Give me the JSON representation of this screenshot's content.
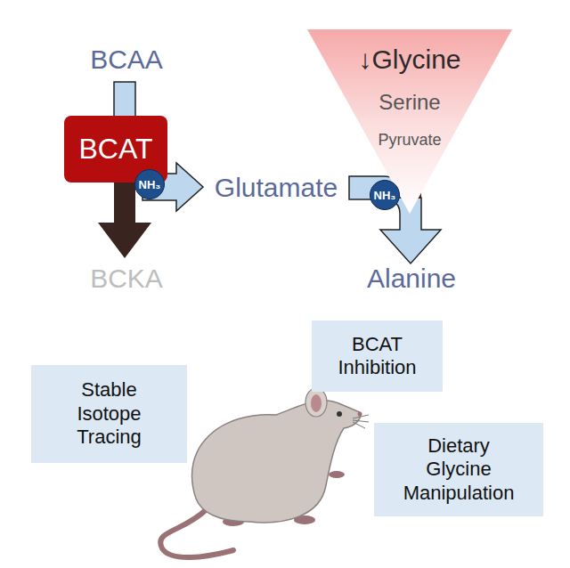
{
  "diagram": {
    "nodes": [
      {
        "text": [
          "BCAT"
        ]
      },
      {
        "text": [
          "NH₃"
        ]
      },
      {
        "text": [
          "↓Glycine",
          "Serine",
          "Pyruvate"
        ]
      },
      {
        "text": [
          "NH₃"
        ]
      },
      {
        "text": [
          "Stable Isotope Tracing"
        ]
      },
      {
        "text": [
          "BCAT Inhibition"
        ]
      },
      {
        "text": [
          "Dietary Glycine Manipulation"
        ]
      }
    ],
    "labels": [
      "BCAA",
      "Glutamate",
      "BCKA",
      "Alanine"
    ]
  }
}
